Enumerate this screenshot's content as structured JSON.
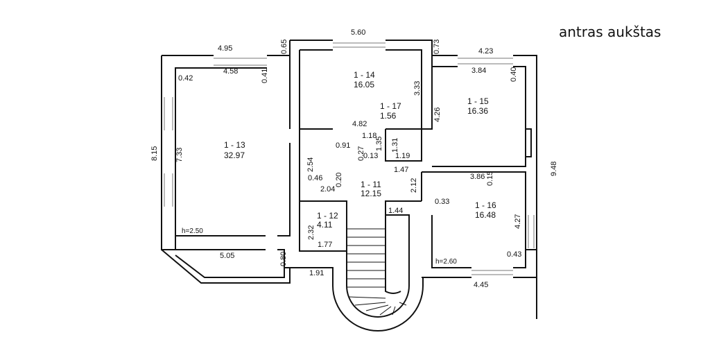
{
  "title": "antras aukštas",
  "rooms": [
    {
      "id": "1 - 13",
      "area": "32.97"
    },
    {
      "id": "1 - 14",
      "area": "16.05"
    },
    {
      "id": "1 - 15",
      "area": "16.36"
    },
    {
      "id": "1 - 16",
      "area": "16.48"
    },
    {
      "id": "1 - 17",
      "area": "1.56"
    },
    {
      "id": "1 - 11",
      "area": "12.15"
    },
    {
      "id": "1 - 12",
      "area": "4.11"
    }
  ],
  "heights": {
    "left": "h=2.50",
    "right": "h=2.60"
  },
  "dims": {
    "d495": "4.95",
    "d458": "4.58",
    "d042": "0.42",
    "d041": "0.41",
    "d065": "0.65",
    "d560": "5.60",
    "d073": "0.73",
    "d423": "4.23",
    "d384": "3.84",
    "d040": "0.40",
    "d333": "3.33",
    "d815": "8.15",
    "d733": "7.33",
    "d426": "4.26",
    "d948": "9.48",
    "d482": "4.82",
    "d091": "0.91",
    "d118": "1.18",
    "d027": "0.27",
    "d135": "1.35",
    "d131": "1.31",
    "d013": "0.13",
    "d119": "1.19",
    "d147": "1.47",
    "d254": "2.54",
    "d046": "0.46",
    "d020": "0.20",
    "d204": "2.04",
    "d212": "2.12",
    "d386": "3.86",
    "d015": "0.15",
    "d033": "0.33",
    "d144": "1.44",
    "d232": "2.32",
    "d177": "1.77",
    "d427": "4.27",
    "d043": "0.43",
    "d505": "5.05",
    "d080": "0.80",
    "d191": "1.91",
    "d445": "4.45"
  }
}
